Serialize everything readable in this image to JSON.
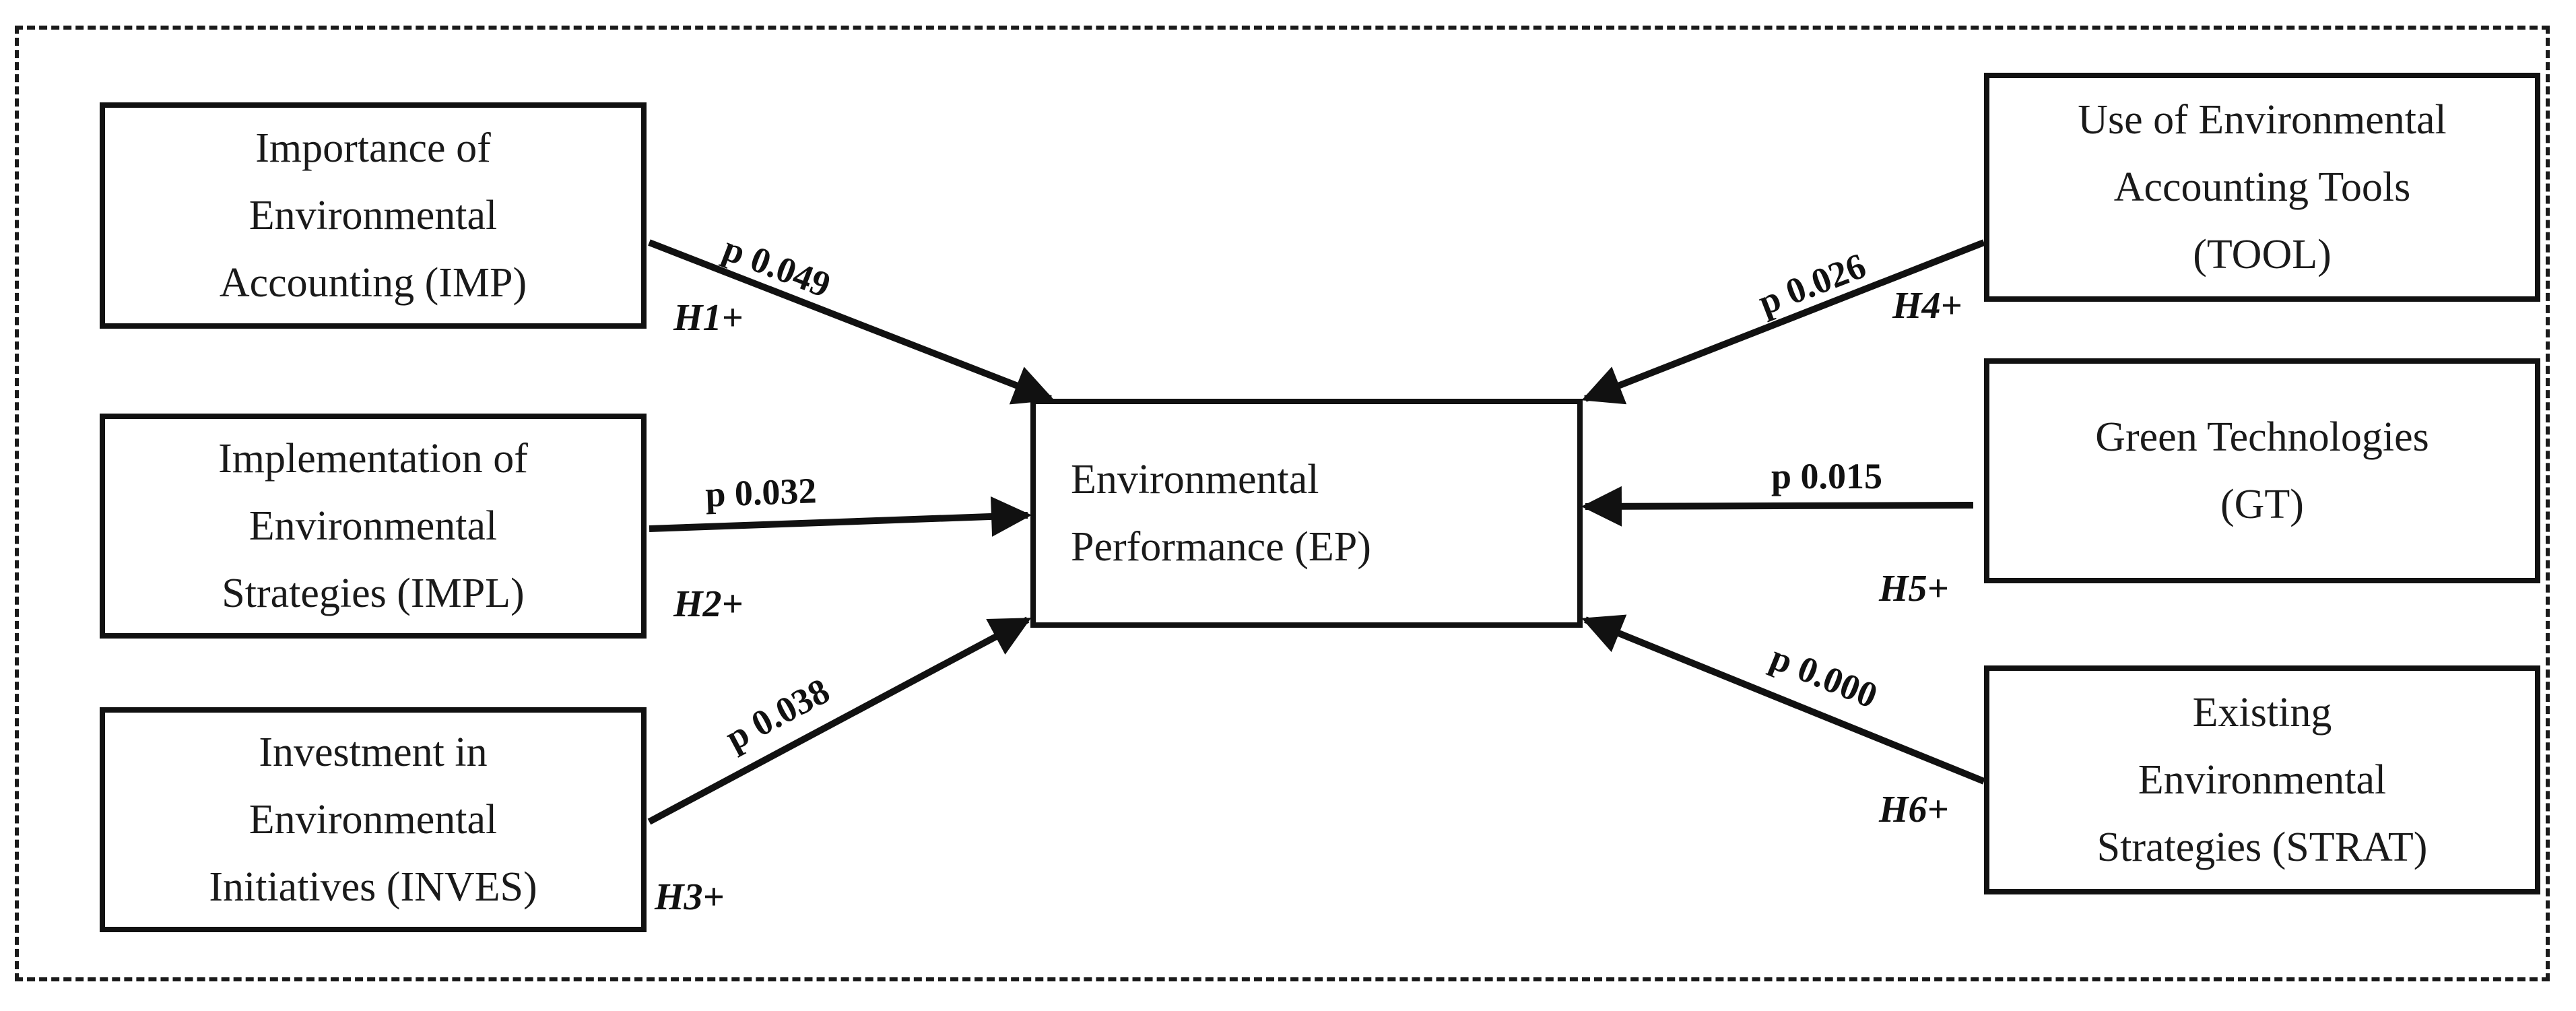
{
  "constructs": {
    "imp": "Importance of\nEnvironmental\nAccounting (IMP)",
    "impl": "Implementation of\nEnvironmental\nStrategies (IMPL)",
    "inves": "Investment in\nEnvironmental\nInitiatives (INVES)",
    "ep": "Environmental\nPerformance (EP)",
    "tool": "Use of Environmental\nAccounting Tools\n(TOOL)",
    "gt": "Green Technologies\n(GT)",
    "strat": "Existing\nEnvironmental\nStrategies (STRAT)"
  },
  "paths": [
    {
      "from": "imp",
      "to": "ep",
      "hypothesis": "H1+",
      "p_value": "p 0.049"
    },
    {
      "from": "impl",
      "to": "ep",
      "hypothesis": "H2+",
      "p_value": "p 0.032"
    },
    {
      "from": "inves",
      "to": "ep",
      "hypothesis": "H3+",
      "p_value": "p 0.038"
    },
    {
      "from": "tool",
      "to": "ep",
      "hypothesis": "H4+",
      "p_value": "p 0.026"
    },
    {
      "from": "gt",
      "to": "ep",
      "hypothesis": "H5+",
      "p_value": "p 0.015"
    },
    {
      "from": "strat",
      "to": "ep",
      "hypothesis": "H6+",
      "p_value": "p 0.000"
    }
  ]
}
